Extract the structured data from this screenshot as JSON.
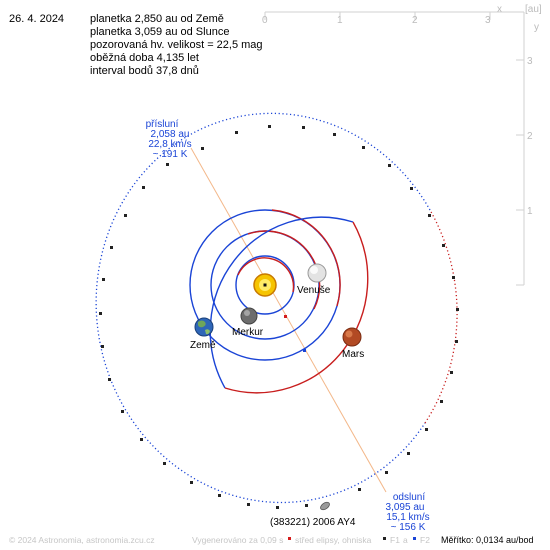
{
  "header": {
    "date": "26. 4. 2024",
    "lines": [
      "planetka 2,850 au od Země",
      "planetka 3,059 au od Slunce",
      "pozorovaná hv. velikost = 22,5 mag",
      "oběžná doba 4,135 let",
      "interval bodů 37,8 dnů"
    ]
  },
  "axes": {
    "x_ticks": [
      "0",
      "1",
      "2",
      "3"
    ],
    "y_ticks": [
      "3",
      "2",
      "1"
    ],
    "x_name": "x",
    "y_name": "y",
    "unit": "[au]"
  },
  "bodies": {
    "mercury": "Merkur",
    "venus": "Venuše",
    "earth": "Země",
    "mars": "Mars"
  },
  "perihelion": {
    "title": "přísluní",
    "dist": "2,058 au",
    "speed": "22,8 km/s",
    "temp": "~ 191 K"
  },
  "aphelion": {
    "title": "odsluní",
    "dist": "3,095 au",
    "speed": "15,1 km/s",
    "temp": "~ 156 K"
  },
  "asteroid_name": "(383221) 2006 AY4",
  "footer": {
    "copyright": "© 2024 Astronomia, astronomia.zcu.cz",
    "generated": "Vygenerováno za 0,09 s",
    "legend_center": "střed elipsy, ohniska",
    "legend_f1": "F1",
    "legend_and": "a",
    "legend_f2": "F2",
    "scale": "Měřítko: 0,0134 au/bod"
  },
  "colors": {
    "orbit_blue": "#1a44d6",
    "orbit_red": "#c81e1e",
    "apsis_text": "#1a44d6",
    "line_of_apsides": "#f3b88a"
  }
}
